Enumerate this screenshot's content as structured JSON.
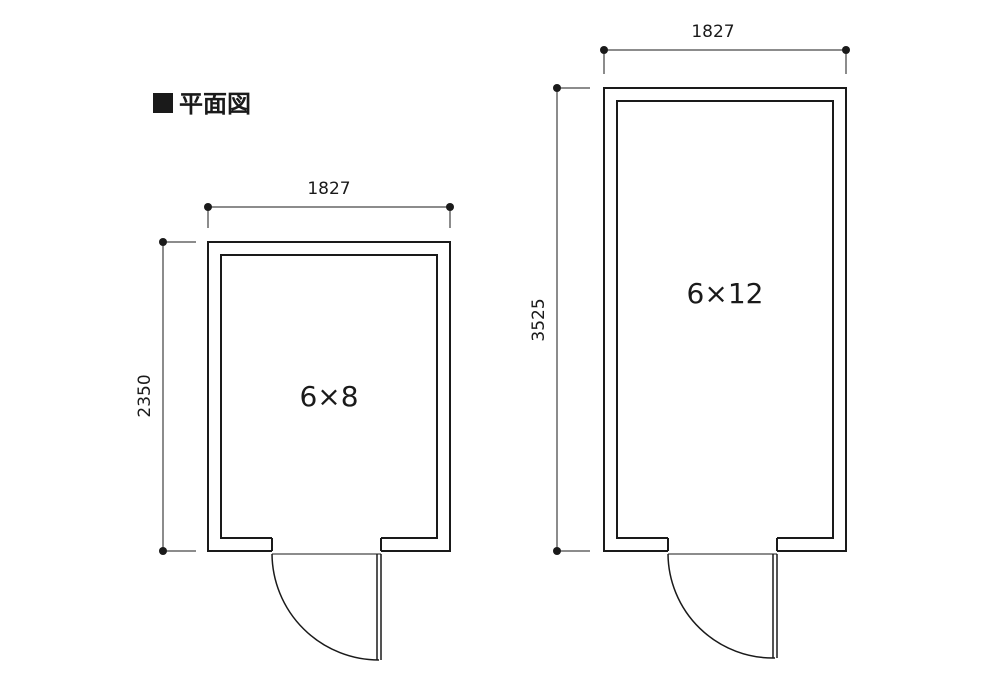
{
  "title": "平面図",
  "plans": [
    {
      "label": "6×8",
      "width_dim": "1827",
      "depth_dim": "2350"
    },
    {
      "label": "6×12",
      "width_dim": "1827",
      "depth_dim": "3525"
    }
  ]
}
